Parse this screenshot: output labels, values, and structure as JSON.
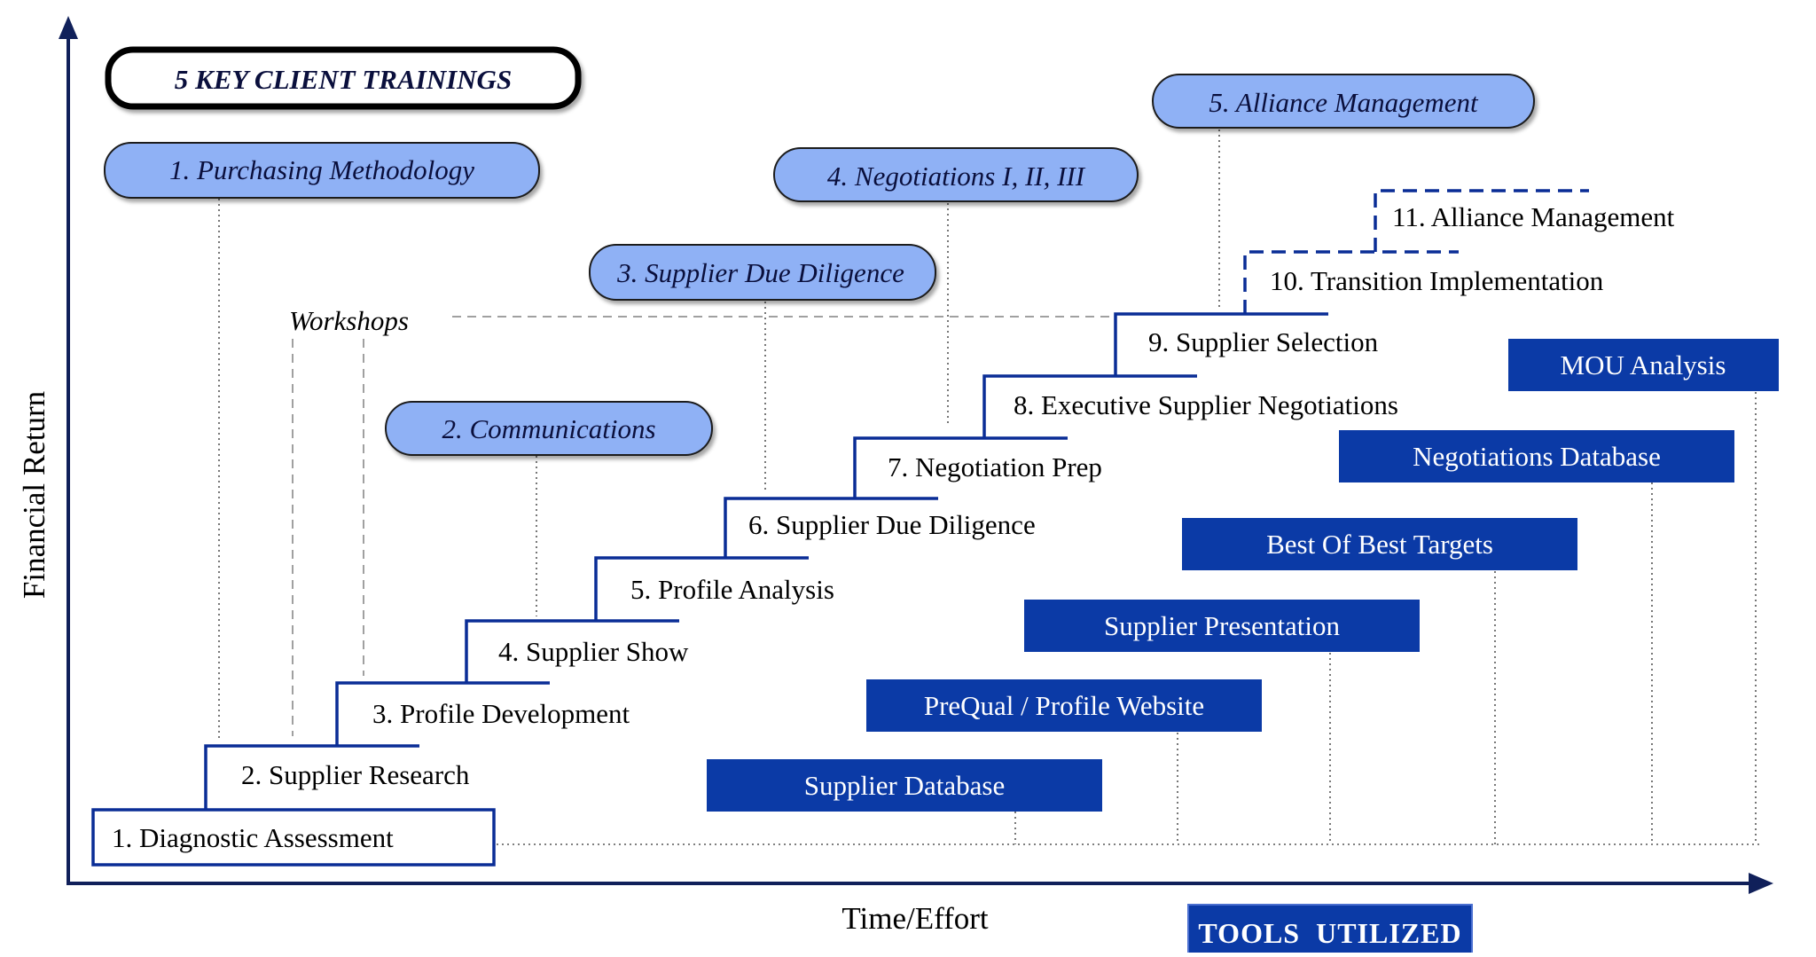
{
  "header": {
    "title": "5 KEY CLIENT TRAININGS"
  },
  "axes": {
    "y_label": "Financial Return",
    "x_label": "Time/Effort"
  },
  "workshops_label": "Workshops",
  "tools_title": "TOOLS  UTILIZED",
  "trainings": [
    {
      "label": "1. Purchasing Methodology"
    },
    {
      "label": "2. Communications"
    },
    {
      "label": "3. Supplier Due Diligence"
    },
    {
      "label": "4. Negotiations I, II, III"
    },
    {
      "label": "5. Alliance Management"
    }
  ],
  "steps": [
    {
      "label": "1. Diagnostic Assessment",
      "style": "boxed"
    },
    {
      "label": "2. Supplier Research",
      "style": "solid"
    },
    {
      "label": "3. Profile Development",
      "style": "solid"
    },
    {
      "label": "4. Supplier Show",
      "style": "solid"
    },
    {
      "label": "5. Profile Analysis",
      "style": "solid"
    },
    {
      "label": "6. Supplier Due Diligence",
      "style": "solid"
    },
    {
      "label": "7. Negotiation Prep",
      "style": "solid"
    },
    {
      "label": "8. Executive Supplier Negotiations",
      "style": "solid"
    },
    {
      "label": "9. Supplier Selection",
      "style": "solid"
    },
    {
      "label": "10. Transition Implementation",
      "style": "dashed"
    },
    {
      "label": "11. Alliance Management",
      "style": "dashed"
    }
  ],
  "tools": [
    {
      "label": "Supplier Database"
    },
    {
      "label": "PreQual / Profile Website"
    },
    {
      "label": "Supplier Presentation"
    },
    {
      "label": "Best Of Best Targets"
    },
    {
      "label": "Negotiations Database"
    },
    {
      "label": "MOU Analysis"
    }
  ],
  "colors": {
    "navy": "#0a2d96",
    "tool_fill": "#0b3aa6",
    "training_fill": "#8fb1f5",
    "axis": "#10205a",
    "dotted": "#555555",
    "dashed_gray": "#a0a0a0"
  }
}
